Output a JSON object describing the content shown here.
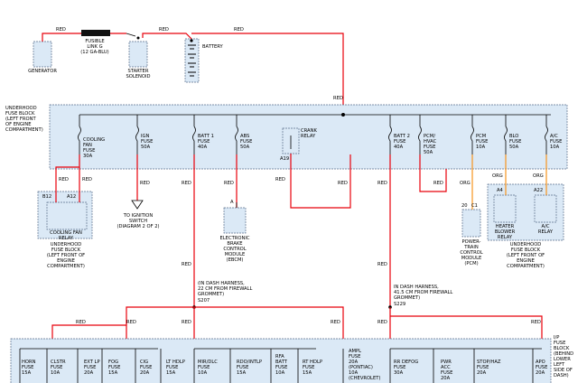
{
  "wire_colors": {
    "RED": "#e8000b",
    "ORG": "#f7941d"
  },
  "box_fill": "#dbe9f6",
  "box_border": "#5a6f8c",
  "top": {
    "generator": "GENERATOR",
    "fusible_link": "FUSIBLE\nLINK G\n(12 GA-BLU)",
    "starter_solenoid": "STARTER\nSOLENOID",
    "battery": "BATTERY",
    "wire_red_1": "RED",
    "wire_red_2": "RED",
    "wire_red_3": "RED",
    "wire_red_main": "RED"
  },
  "underhood_block": {
    "title": "UNDERHOOD\nFUSE BLOCK\n(LEFT FRONT\nOF ENGINE\nCOMPARTMENT)",
    "fuses": {
      "cooling_fan": "COOLING\nFAN\nFUSE\n30A",
      "ign": "IGN\nFUSE\n50A",
      "batt1": "BATT 1\nFUSE\n40A",
      "abs": "ABS\nFUSE\n50A",
      "crank_relay": "CRANK\nRELAY",
      "batt2": "BATT 2\nFUSE\n40A",
      "pcm_hvac": "PCM/\nHVAC\nFUSE\n50A",
      "pcm": "PCM\nFUSE\n10A",
      "blo": "BLO\nFUSE\n50A",
      "ac": "A/C\nFUSE\n10A"
    },
    "pin_a19": "A19"
  },
  "cooling_fan_relay": {
    "pin_b12": "B12",
    "pin_a12": "A12",
    "label": "COOLING FAN\nRELAY",
    "caption": "UNDERHOOD\nFUSE BLOCK\n(LEFT FRONT OF\nENGINE\nCOMPARTMENT)"
  },
  "ignition_switch": "TO IGNITION\nSWITCH\n(DIAGRAM 2 OF 2)",
  "ebcm": {
    "pin": "A",
    "label": "ELECTRONIC\nBRAKE\nCONTROL\nMODULE\n(EBCM)"
  },
  "pcm_module": {
    "pin_20": "20",
    "pin_c1": "C1",
    "label": "POWER-\nTRAIN\nCONTROL\nMODULE\n(PCM)"
  },
  "relays_right": {
    "pin_a4": "A4",
    "pin_a22": "A22",
    "heater": "HEATER\nBLOWER\nRELAY",
    "ac_relay": "A/C\nRELAY",
    "caption": "UNDERHOOD\nFUSE BLOCK\n(LEFT FRONT OF\nENGINE\nCOMPARTMENT)"
  },
  "wire_labels": {
    "red": "RED",
    "org": "ORG"
  },
  "harness": {
    "left": "(IN DASH HARNESS,\n22 CM FROM FIREWALL\nGROMMET)",
    "left_splice": "S207",
    "right": "IN DASH HARNESS,\n41.5 CM FROM FIREWALL\nGROMMET)",
    "right_splice": "S229"
  },
  "ip_block": {
    "title": "I/P\nFUSE\nBLOCK\n(BEHIND\nLOWER\nLEFT\nSIDE OF\nDASH)",
    "fuses": [
      {
        "name": "HORN\nFUSE\n15A"
      },
      {
        "name": "CLSTR\nFUSE\n10A"
      },
      {
        "name": "EXT LP\nFUSE\n20A"
      },
      {
        "name": "FOG\nFUSE\n15A"
      },
      {
        "name": "CIG\nFUSE\n20A"
      },
      {
        "name": "LT HDLP\nFUSE\n15A"
      },
      {
        "name": "MIR/DLC\nFUSE\n10A"
      },
      {
        "name": "RDO/INTLP\nFUSE\n15A"
      },
      {
        "name": "RFA\nBATT\nFUSE\n10A"
      },
      {
        "name": "RT HDLP\nFUSE\n15A"
      },
      {
        "name": "AMPL\nFUSE\n20A\n(PONTIAC)\n10A\n(CHEVROLET)"
      },
      {
        "name": "RR DEFOG\nFUSE\n30A"
      },
      {
        "name": "PWR\nACC\nFUSE\n20A"
      },
      {
        "name": "STOP/HAZ\nFUSE\n20A"
      },
      {
        "name": "APO\nFUSE\n20A"
      }
    ]
  }
}
